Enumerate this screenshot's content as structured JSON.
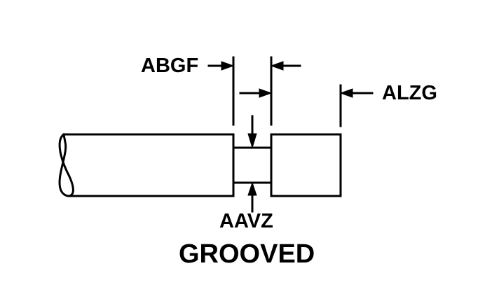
{
  "labels": {
    "abgf": "ABGF",
    "alzg": "ALZG",
    "aavz": "AAVZ",
    "title": "GROOVED"
  },
  "colors": {
    "stroke": "#000000",
    "background": "#ffffff"
  }
}
